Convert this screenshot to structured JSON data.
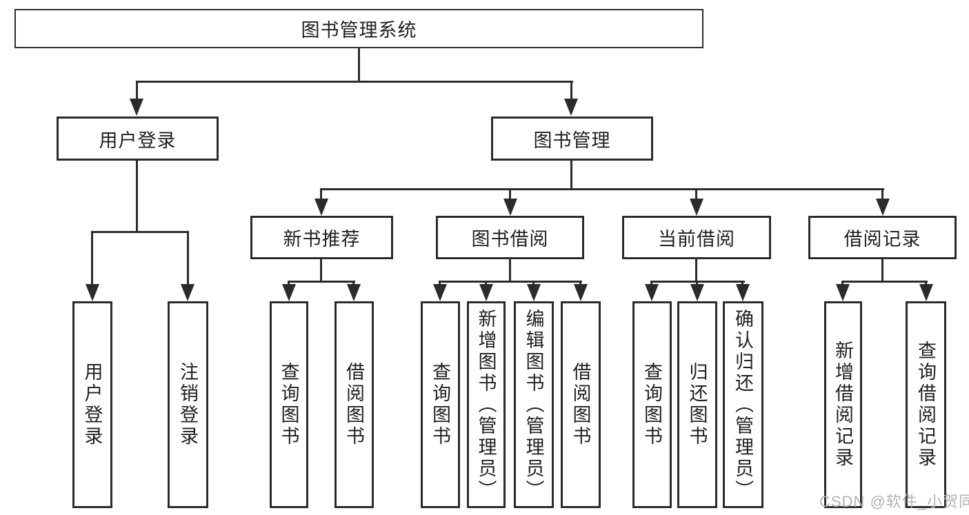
{
  "root": {
    "label": "图书管理系统"
  },
  "login_branch": {
    "label": "用户登录",
    "children": [
      {
        "label": "用户登录"
      },
      {
        "label": "注销登录"
      }
    ]
  },
  "mgmt_branch": {
    "label": "图书管理",
    "sections": [
      {
        "label": "新书推荐",
        "children": [
          {
            "label": "查询图书"
          },
          {
            "label": "借阅图书"
          }
        ]
      },
      {
        "label": "图书借阅",
        "children": [
          {
            "label": "查询图书"
          },
          {
            "label": "新增图书（管理员）"
          },
          {
            "label": "编辑图书（管理员）"
          },
          {
            "label": "借阅图书"
          }
        ]
      },
      {
        "label": "当前借阅",
        "children": [
          {
            "label": "查询图书"
          },
          {
            "label": "归还图书"
          },
          {
            "label": "确认归还（管理员）"
          }
        ]
      },
      {
        "label": "借阅记录",
        "children": [
          {
            "label": "新增借阅记录"
          },
          {
            "label": "查询借阅记录"
          }
        ]
      }
    ]
  },
  "watermark": "CSDN @软件_小贺同学",
  "colors": {
    "line": "#2b2b2b",
    "text": "#1f1f1f",
    "watermark": "#b3b3b3",
    "background": "#ffffff"
  }
}
